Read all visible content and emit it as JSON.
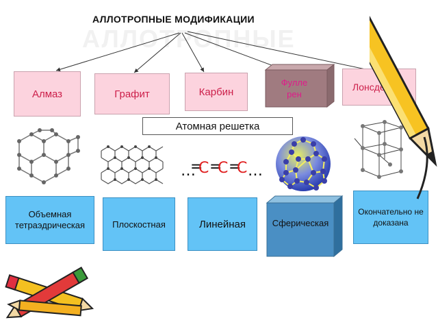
{
  "title": "АЛЛОТРОПНЫЕ МОДИФИКАЦИИ",
  "forms": {
    "diamond": "Алмаз",
    "graphite": "Графит",
    "carbyne": "Карбин",
    "fullerene": "Фулле\nрен",
    "lonsdaleite": "Лонсдейлит"
  },
  "lattice_label": "Атомная решетка",
  "lattice_types": {
    "diamond": "Объемная тетраэдрическая",
    "graphite": "Плоскостная",
    "carbyne": "Линейная",
    "fullerene": "Сферическая",
    "lonsdaleite": "Окончательно не доказана"
  },
  "colors": {
    "pink_fill": "#fcd3de",
    "pink_text": "#cc1f4a",
    "blue_fill": "#63c3f6",
    "fullerene_box": "#a07b80",
    "fullerene_text": "#e01a8a"
  }
}
